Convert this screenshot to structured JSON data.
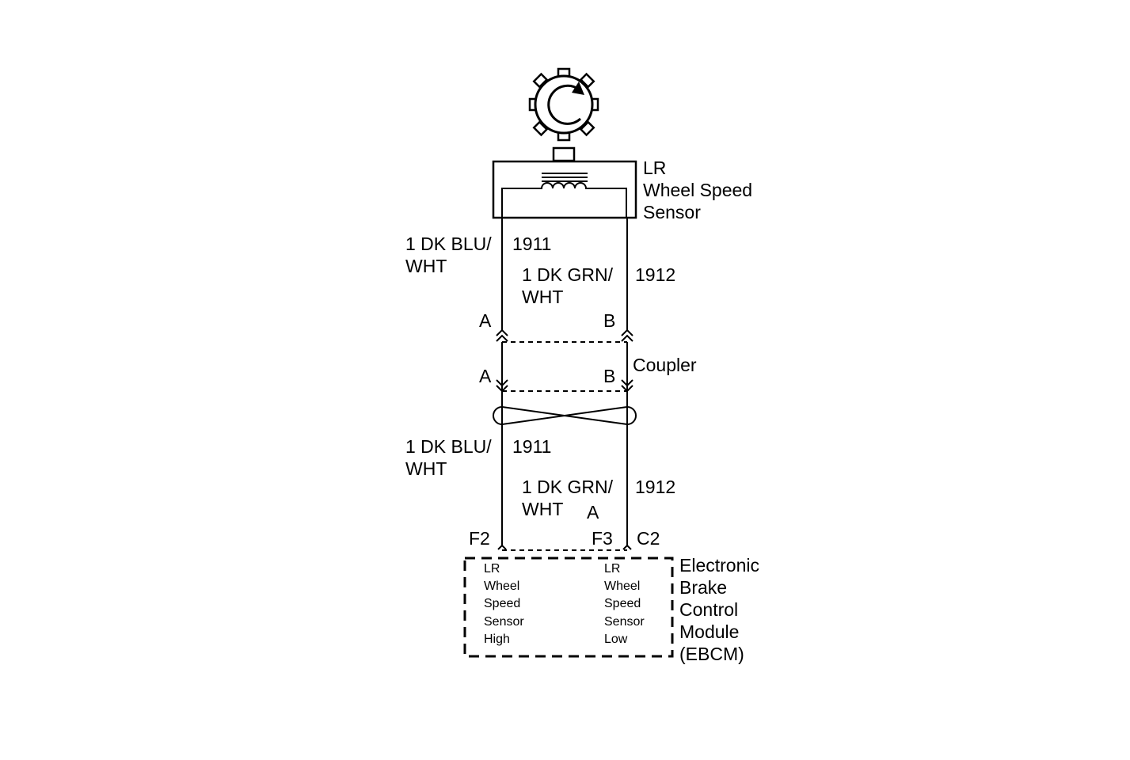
{
  "sensor": {
    "title_line1": "LR",
    "title_line2": "Wheel Speed",
    "title_line3": "Sensor"
  },
  "upper_wires": {
    "left": {
      "size_color_line1": "1 DK BLU/",
      "size_color_line2": "WHT",
      "circuit": "1911"
    },
    "right": {
      "size_color_line1": "1 DK GRN/",
      "size_color_line2": "WHT",
      "circuit": "1912"
    }
  },
  "coupler": {
    "label": "Coupler",
    "top_pin_left": "A",
    "top_pin_right": "B",
    "bottom_pin_left": "A",
    "bottom_pin_right": "B"
  },
  "lower_wires": {
    "left": {
      "size_color_line1": "1 DK BLU/",
      "size_color_line2": "WHT",
      "circuit": "1911"
    },
    "right": {
      "size_color_line1": "1 DK GRN/",
      "size_color_line2": "WHT",
      "circuit": "1912"
    },
    "stray_label": "A"
  },
  "ebcm_pins": {
    "left": "F2",
    "middle": "F3",
    "right": "C2"
  },
  "ebcm": {
    "title_line1": "Electronic",
    "title_line2": "Brake",
    "title_line3": "Control",
    "title_line4": "Module",
    "title_line5": "(EBCM)",
    "high_input": [
      "LR",
      "Wheel",
      "Speed",
      "Sensor",
      "High"
    ],
    "low_input": [
      "LR",
      "Wheel",
      "Speed",
      "Sensor",
      "Low"
    ]
  },
  "icons": {
    "tone_wheel": "reluctor-wheel-icon",
    "coil": "coil-icon",
    "twisted_pair": "twisted-pair-icon"
  }
}
